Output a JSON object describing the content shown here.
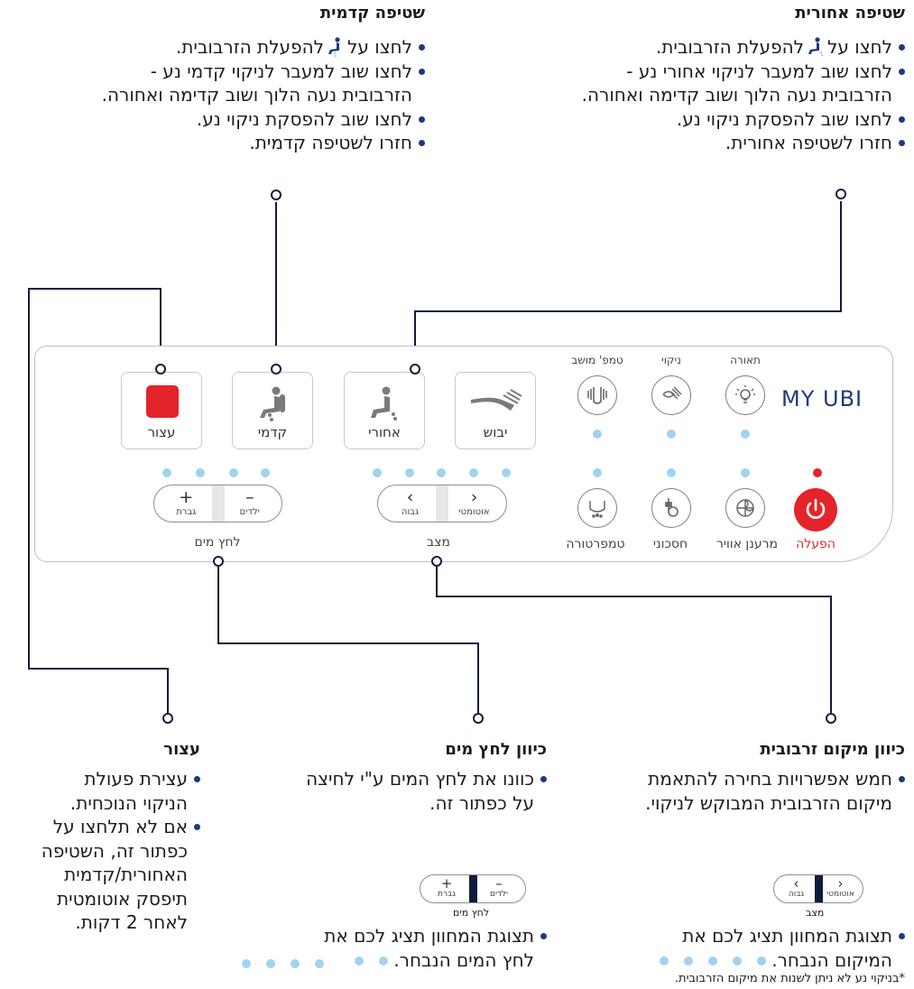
{
  "colors": {
    "line": "#0f1d3c",
    "accent_blue": "#1d3a7a",
    "dot": "#9fd3f1",
    "stop_red": "#e3242b",
    "power_red": "#e3242b"
  },
  "rear_wash": {
    "title": "שטיפה אחורית",
    "l1_before": "לחצו על",
    "l1_after": "להפעלת הזרבובית.",
    "l2": "לחצו שוב למעבר לניקוי אחורי נע -",
    "l3": "הזרבובית נעה הלוך ושוב קדימה ואחורה.",
    "l4": "לחצו שוב להפסקת ניקוי נע.",
    "l5": "חזרו לשטיפה אחורית."
  },
  "front_wash": {
    "title": "שטיפה קדמית",
    "l1_before": "לחצו על",
    "l1_after": "להפעלת הזרבובית.",
    "l2": "לחצו שוב למעבר לניקוי קדמי נע -",
    "l3": "הזרבובית נעה הלוך ושוב קדימה ואחורה.",
    "l4": "לחצו שוב להפסקת ניקוי נע.",
    "l5": "חזרו לשטיפה קדמית."
  },
  "panel": {
    "logo": "MY UBI",
    "stop": "עצור",
    "front": "קדמי",
    "rear": "אחורי",
    "dry": "יבוש",
    "seat_temp": "טמפ' מושב",
    "clean": "ניקוי",
    "light": "תאורה",
    "temperature": "טמפרטורה",
    "eco": "חסכוני",
    "air_freshener": "מרענן אוויר",
    "power": "הפעלה",
    "pressure_plus": "+",
    "pressure_minus": "–",
    "pressure_plus_sub": "גברת",
    "pressure_minus_sub": "ילדים",
    "pressure_label": "לחץ מים",
    "pos_left": "‹",
    "pos_right": "›",
    "pos_left_sub": "גבוה",
    "pos_right_sub": "אוטומטי",
    "pos_label": "מצב"
  },
  "nozzle_position": {
    "title": "כיוון מיקום זרבובית",
    "l1": "חמש אפשרויות בחירה להתאמת",
    "l2": "מיקום הזרבובית המבוקש לניקוי.",
    "l3": "תצוגת המחוון תציג לכם את",
    "l4": "המיקום הנבחר.",
    "note": "*בניקוי נע לא ניתן לשנות את מיקום הזרבובית."
  },
  "water_pressure": {
    "title": "כיוון לחץ מים",
    "l1": "כוונו את לחץ המים ע\"י לחיצה",
    "l2": "על כפתור זה.",
    "l3": "תצוגת המחוון תציג לכם את",
    "l4": "לחץ המים הנבחר."
  },
  "stop_info": {
    "title": "עצור",
    "l1": "עצירת פעולת",
    "l2": "הניקוי הנוכחית.",
    "l3": "אם לא תלחצו על",
    "l4": "כפתור זה, השטיפה",
    "l5": "האחורית/קדמית",
    "l6": "תיפסק אוטומטית",
    "l7": "לאחר 2 דקות."
  }
}
